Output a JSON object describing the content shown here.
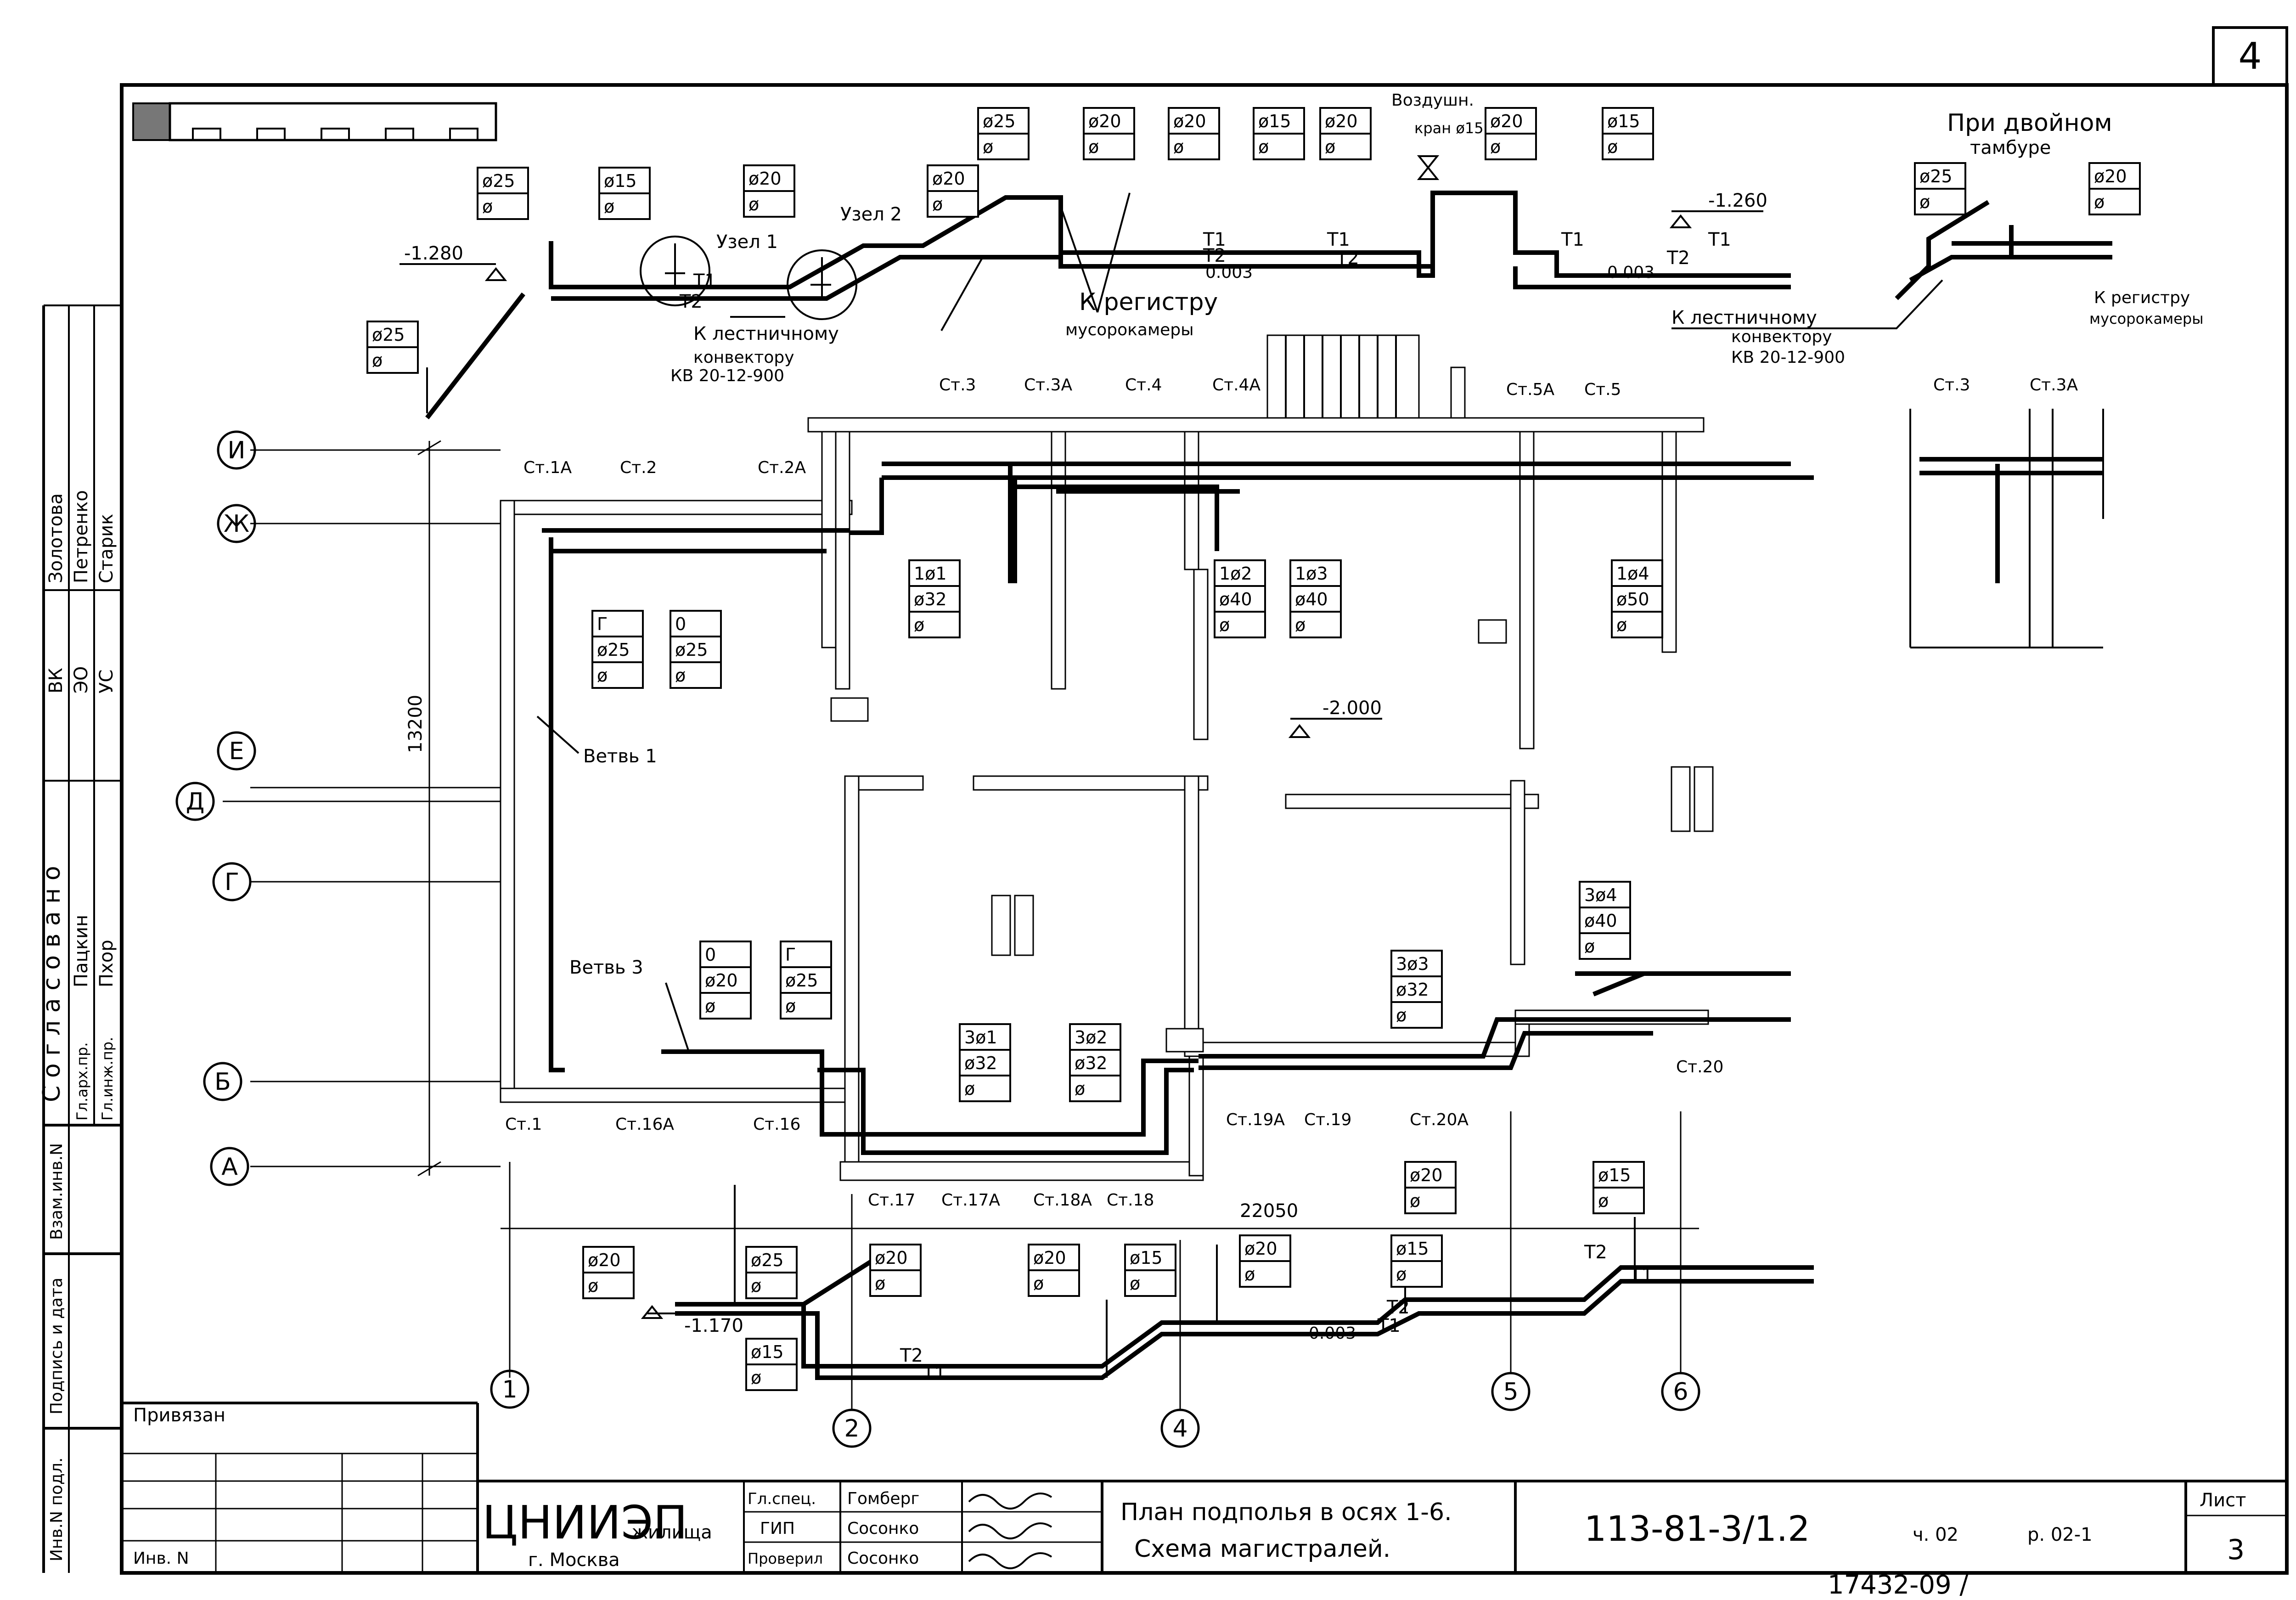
{
  "sheet_number": "4",
  "title_block": {
    "tied": "Привязан",
    "inv_no": "Инв. N",
    "org": "ЦНИИЭП",
    "org_suffix": "жилища",
    "city": "г. Москва",
    "roles": [
      {
        "role": "Гл.спец.",
        "name": "Гомберг"
      },
      {
        "role": "ГИП",
        "name": "Сосонко"
      },
      {
        "role": "Проверил",
        "name": "Сосонко"
      }
    ],
    "drawing_title_1": "План подполья в осях 1-6.",
    "drawing_title_2": "Схема магистралей.",
    "code": "113-81-3/1.2",
    "part": "ч. 02",
    "section": "р. 02-1",
    "sheet_label": "Лист",
    "sheet_value": "3",
    "bottom_number": "17432-09 /"
  },
  "side_stamp": {
    "agreed": "С о г л а с о в а н о",
    "rows": [
      {
        "dept": "ВК",
        "name": "Золотова"
      },
      {
        "dept": "ЭО",
        "name": "Петренко"
      },
      {
        "dept": "УС",
        "name": "Старик"
      }
    ],
    "rows2": [
      {
        "dept": "Гл.арх.пр.",
        "name": "Пацкин"
      },
      {
        "dept": "Гл.инж.пр.",
        "name": "Пхор"
      }
    ],
    "fields": [
      "Взам.инв.N",
      "Подпись и дата",
      "Инв.N подл."
    ]
  },
  "axes_letters": [
    "И",
    "Ж",
    "Е",
    "Д",
    "Г",
    "Б",
    "А"
  ],
  "axes_numbers": [
    "1",
    "2",
    "4",
    "5",
    "6"
  ],
  "dimensions": {
    "vertical": "13200",
    "horizontal": "22050"
  },
  "levels": [
    "-1.280",
    "-1.260",
    "-2.000",
    "-1.170"
  ],
  "slopes": [
    "0.003",
    "0.003",
    "0.003"
  ],
  "notes": {
    "node1": "Узел 1",
    "node2": "Узел 2",
    "air_valve_1": "Воздушн.",
    "air_valve_2": "кран ø15",
    "to_stair_1": "К лестничному",
    "to_stair_2": "конвектору",
    "to_stair_3": "КВ 20-12-900",
    "to_register_1": "К регистру",
    "to_register_2": "мусорокамеры",
    "double_vestibule_1": "При двойном",
    "double_vestibule_2": "тамбуре",
    "branch1": "Ветвь 1",
    "branch3": "Ветвь 3"
  },
  "pipe_labels": {
    "t1": "Т1",
    "t2": "Т2",
    "t": "Т"
  },
  "risers": [
    "Ст.1А",
    "Ст.2",
    "Ст.2А",
    "Ст.3",
    "Ст.3А",
    "Ст.4",
    "Ст.4А",
    "Ст.5А",
    "Ст.5",
    "Ст.1",
    "Ст.16А",
    "Ст.16",
    "Ст.17",
    "Ст.17А",
    "Ст.18А",
    "Ст.18",
    "Ст.19А",
    "Ст.19",
    "Ст.20А",
    "Ст.20",
    "Ст.3",
    "Ст.3А"
  ],
  "diam_boxes": [
    {
      "id": "top-25a",
      "rows": [
        "ø25",
        "ø"
      ]
    },
    {
      "id": "top-15a",
      "rows": [
        "ø15",
        "ø"
      ]
    },
    {
      "id": "top-20a",
      "rows": [
        "ø20",
        "ø"
      ]
    },
    {
      "id": "top-20b",
      "rows": [
        "ø20",
        "ø"
      ]
    },
    {
      "id": "top-25b",
      "rows": [
        "ø25",
        "ø"
      ]
    },
    {
      "id": "top-20c",
      "rows": [
        "ø20",
        "ø"
      ]
    },
    {
      "id": "top-20d",
      "rows": [
        "ø20",
        "ø"
      ]
    },
    {
      "id": "top-15b",
      "rows": [
        "ø15",
        "ø"
      ]
    },
    {
      "id": "top-20e",
      "rows": [
        "ø20",
        "ø"
      ]
    },
    {
      "id": "top-20f",
      "rows": [
        "ø20",
        "ø"
      ]
    },
    {
      "id": "top-15c",
      "rows": [
        "ø15",
        "ø"
      ]
    },
    {
      "id": "left-25",
      "rows": [
        "ø25",
        "ø"
      ]
    },
    {
      "id": "dv-25",
      "rows": [
        "ø25",
        "ø"
      ]
    },
    {
      "id": "dv-20",
      "rows": [
        "ø20",
        "ø"
      ]
    },
    {
      "id": "m-g",
      "rows": [
        "Г",
        "ø25",
        "ø"
      ]
    },
    {
      "id": "m-o",
      "rows": [
        "0",
        "ø25",
        "ø"
      ]
    },
    {
      "id": "m-1f1",
      "rows": [
        "1ø1",
        "ø32",
        "ø"
      ]
    },
    {
      "id": "m-1f2",
      "rows": [
        "1ø2",
        "ø40",
        "ø"
      ]
    },
    {
      "id": "m-1f3",
      "rows": [
        "1ø3",
        "ø40",
        "ø"
      ]
    },
    {
      "id": "m-1f4",
      "rows": [
        "1ø4",
        "ø50",
        "ø"
      ]
    },
    {
      "id": "m-o2",
      "rows": [
        "0",
        "ø20",
        "ø"
      ]
    },
    {
      "id": "m-g2",
      "rows": [
        "Г",
        "ø25",
        "ø"
      ]
    },
    {
      "id": "m-3f1",
      "rows": [
        "3ø1",
        "ø32",
        "ø"
      ]
    },
    {
      "id": "m-3f2",
      "rows": [
        "3ø2",
        "ø32",
        "ø"
      ]
    },
    {
      "id": "m-3f3",
      "rows": [
        "3ø3",
        "ø32",
        "ø"
      ]
    },
    {
      "id": "m-3f4",
      "rows": [
        "3ø4",
        "ø40",
        "ø"
      ]
    },
    {
      "id": "b-20a",
      "rows": [
        "ø20",
        "ø"
      ]
    },
    {
      "id": "b-25",
      "rows": [
        "ø25",
        "ø"
      ]
    },
    {
      "id": "b-20b",
      "rows": [
        "ø20",
        "ø"
      ]
    },
    {
      "id": "b-15a",
      "rows": [
        "ø15",
        "ø"
      ]
    },
    {
      "id": "b-20c",
      "rows": [
        "ø20",
        "ø"
      ]
    },
    {
      "id": "b-15b",
      "rows": [
        "ø15",
        "ø"
      ]
    },
    {
      "id": "b-20d",
      "rows": [
        "ø20",
        "ø"
      ]
    },
    {
      "id": "b-15c",
      "rows": [
        "ø15",
        "ø"
      ]
    },
    {
      "id": "b-20e",
      "rows": [
        "ø20",
        "ø"
      ]
    },
    {
      "id": "b-15d",
      "rows": [
        "ø15",
        "ø"
      ]
    }
  ]
}
